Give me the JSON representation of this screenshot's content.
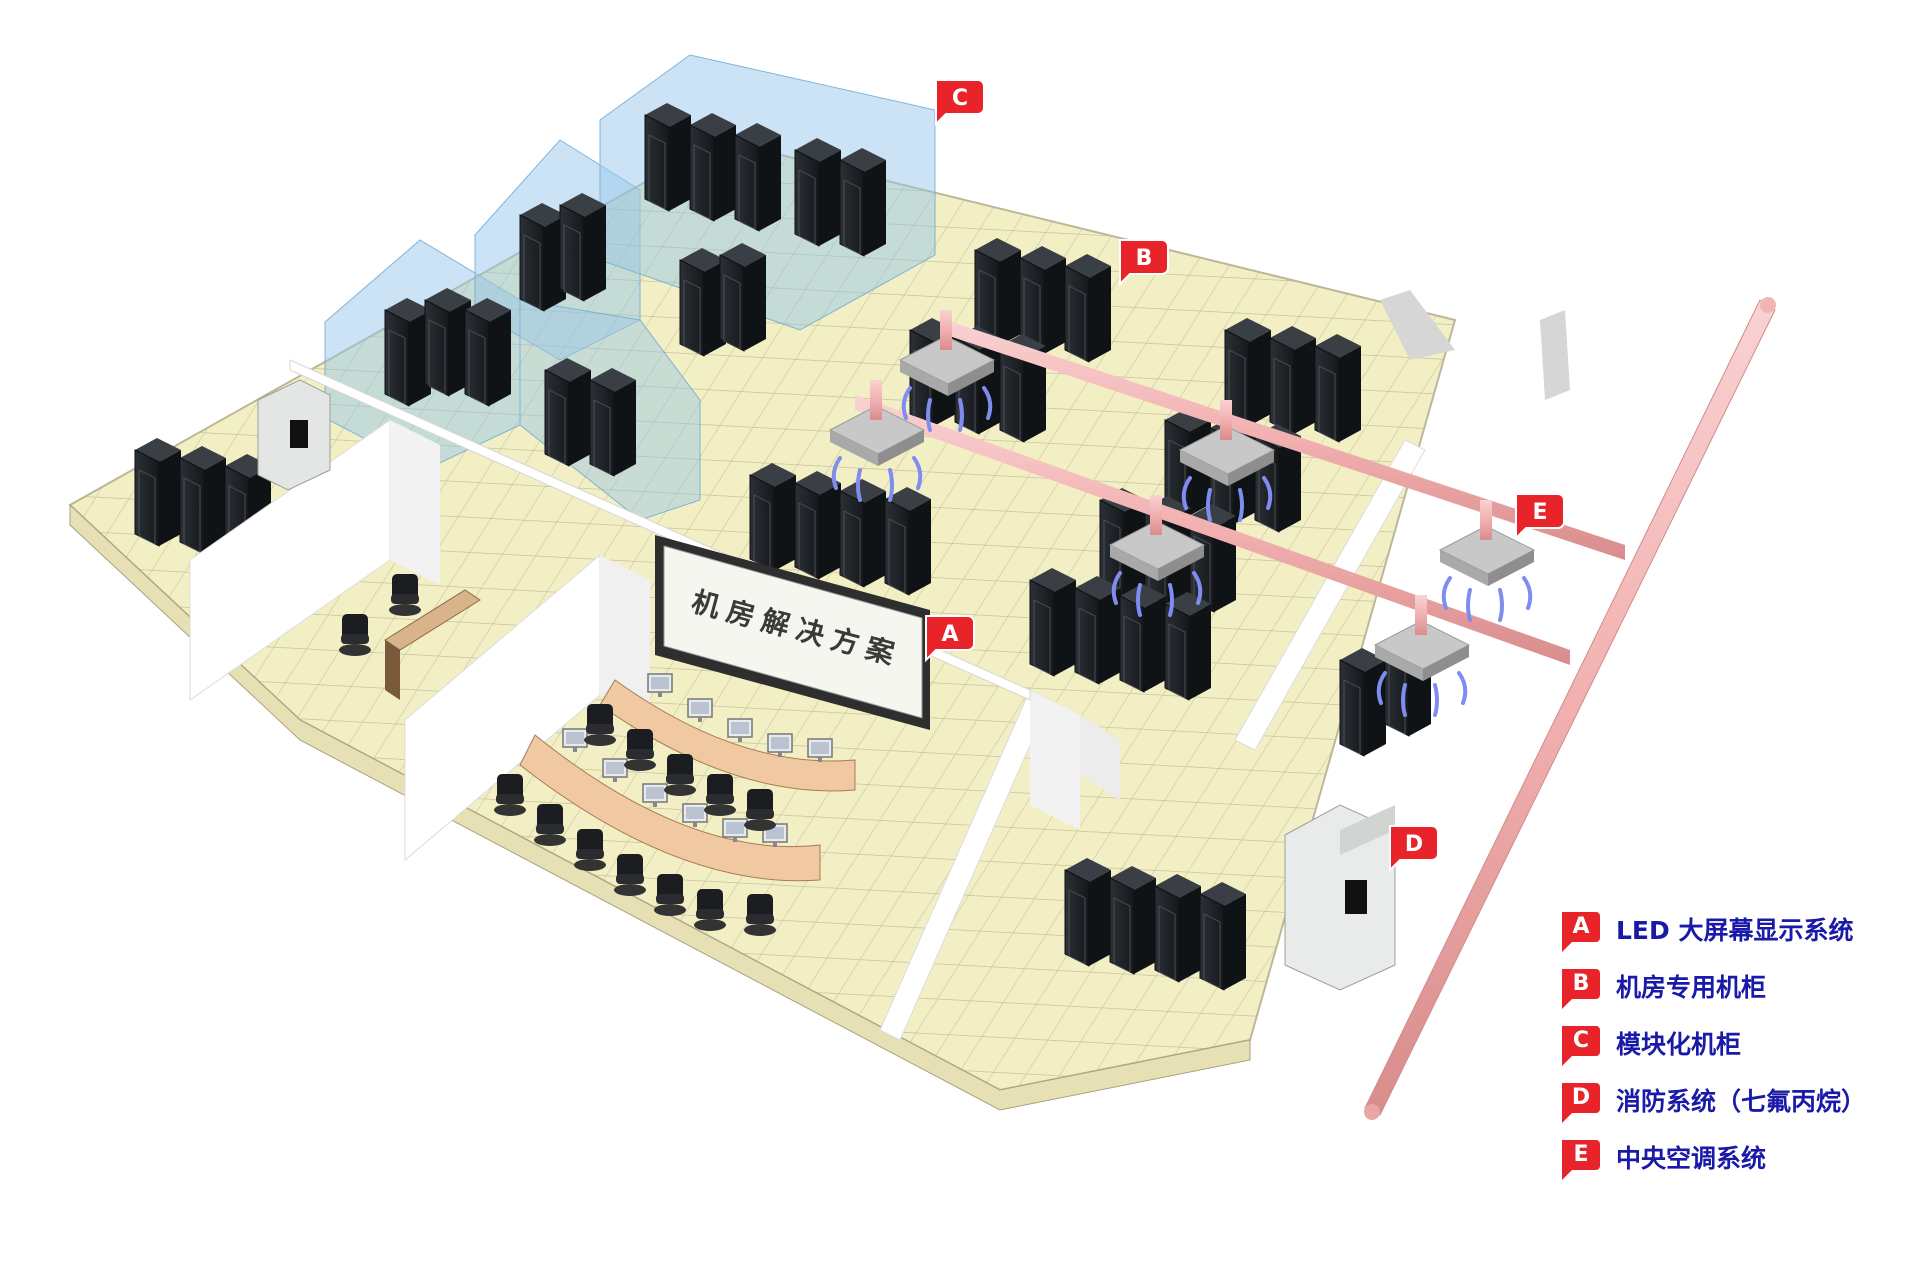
{
  "board": {
    "text": "机房解决方案"
  },
  "markers": {
    "A": "A",
    "B": "B",
    "C": "C",
    "D": "D",
    "E": "E"
  },
  "legend": [
    {
      "letter": "A",
      "text": "LED 大屏幕显示系统"
    },
    {
      "letter": "B",
      "text": "机房专用机柜"
    },
    {
      "letter": "C",
      "text": "模块化机柜"
    },
    {
      "letter": "D",
      "text": "消防系统（七氟丙烷）"
    },
    {
      "letter": "E",
      "text": "中央空调系统"
    }
  ],
  "colors": {
    "floor": "#f3efc4",
    "grid": "#c9c3a0",
    "wall": "#ffffff",
    "cabinet": "#1e2226",
    "glass": "#8fc3ea",
    "pipe": "#f2b5b5",
    "marker": "#e8232a",
    "legend_text": "#1a1aa8",
    "airflow": "#7f8cf0"
  },
  "icons": {
    "marker": "map-pin-badge-icon",
    "airflow": "airflow-arrow-icon"
  }
}
